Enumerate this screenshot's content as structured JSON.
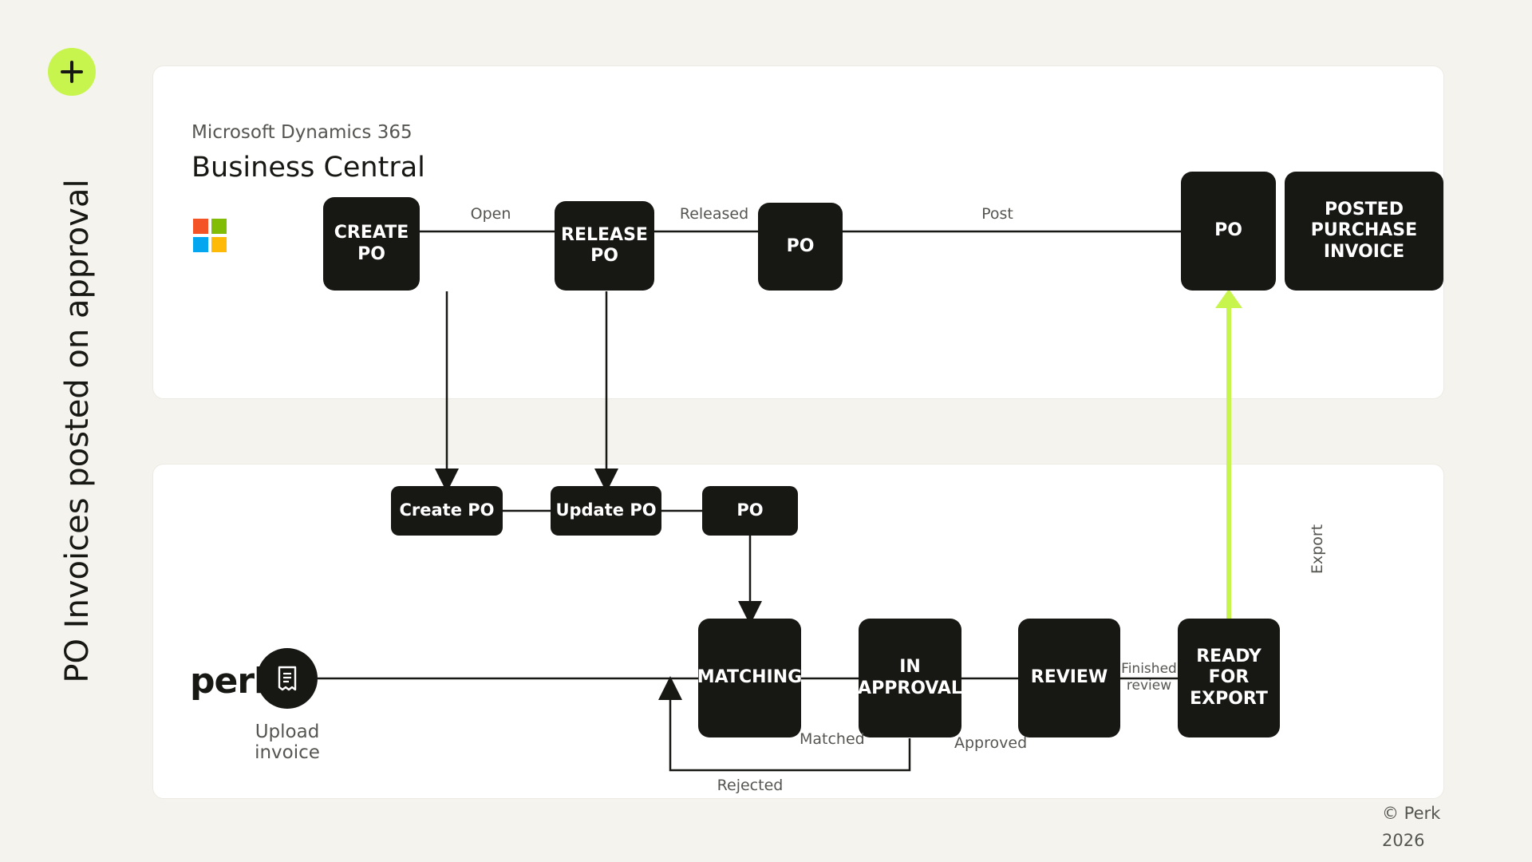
{
  "side_title": "PO Invoices posted on approval",
  "bc": {
    "subtitle": "Microsoft Dynamics 365",
    "title": "Business Central",
    "logo_colors": [
      "#f35325",
      "#81bc06",
      "#05a6f0",
      "#ffba08"
    ],
    "nodes": {
      "create_po": "CREATE\nPO",
      "release_po": "RELEASE\nPO",
      "po": "PO",
      "po_final": "PO",
      "posted_invoice": "POSTED\nPURCHASE\nINVOICE"
    },
    "edge_labels": {
      "open": "Open",
      "released": "Released",
      "post": "Post"
    }
  },
  "perk": {
    "logo_text": "perk",
    "upload_label": "Upload\ninvoice",
    "upload_icon": "receipt-icon",
    "nodes": {
      "create_po": "Create PO",
      "update_po": "Update PO",
      "po": "PO",
      "matching": "MATCHING",
      "in_approval": "IN\nAPPROVAL",
      "review": "REVIEW",
      "ready_for_export": "READY\nFOR\nEXPORT"
    },
    "edge_labels": {
      "matched": "Matched",
      "approved": "Approved",
      "finished_review": "Finished\nreview",
      "rejected": "Rejected",
      "export": "Export"
    }
  },
  "accent_color": "#c7f54d",
  "footer": {
    "copyright": "© Perk\n2026"
  }
}
